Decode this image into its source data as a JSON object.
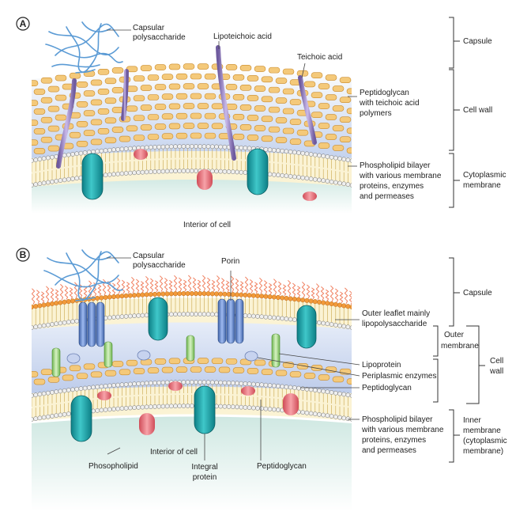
{
  "panel_a": {
    "letter": "A",
    "labels": {
      "capsular_polysaccharide_1": "Capsular",
      "capsular_polysaccharide_2": "polysaccharide",
      "lipoteichoic_acid": "Lipoteichoic acid",
      "teichoic_acid": "Teichoic acid",
      "peptidoglycan_1": "Peptidoglycan",
      "peptidoglycan_2": "with teichoic acid",
      "peptidoglycan_3": "polymers",
      "bilayer_1": "Phospholipid bilayer",
      "bilayer_2": "with various membrane",
      "bilayer_3": "proteins, enzymes",
      "bilayer_4": "and permeases",
      "interior": "Interior of cell"
    },
    "brackets": {
      "capsule": "Capsule",
      "cell_wall": "Cell wall",
      "cytoplasmic_1": "Cytoplasmic",
      "cytoplasmic_2": "membrane"
    }
  },
  "panel_b": {
    "letter": "B",
    "labels": {
      "capsular_polysaccharide_1": "Capsular",
      "capsular_polysaccharide_2": "polysaccharide",
      "porin": "Porin",
      "outer_leaflet_1": "Outer leaflet mainly",
      "outer_leaflet_2": "lipopolysaccharide",
      "lipoprotein": "Lipoprotein",
      "periplasmic": "Periplasmic enzymes",
      "peptidoglycan_right": "Peptidoglycan",
      "bilayer_1": "Phospholipid bilayer",
      "bilayer_2": "with various membrane",
      "bilayer_3": "proteins, enzymes",
      "bilayer_4": "and permeases",
      "interior": "Interior of cell",
      "phospholipid": "Phosopholipid",
      "integral_1": "Integral",
      "integral_2": "protein",
      "peptidoglycan_bottom": "Peptidoglycan"
    },
    "brackets": {
      "capsule": "Capsule",
      "outer_membrane_1": "Outer",
      "outer_membrane_2": "membrane",
      "cell_wall_1": "Cell",
      "cell_wall_2": "wall",
      "inner_1": "Inner",
      "inner_2": "membrane",
      "inner_3": "(cytoplasmic",
      "inner_4": "membrane)"
    }
  },
  "colors": {
    "peptidoglycan": "#f4c97a",
    "peptidoglycan_edge": "#c98a2a",
    "periplasm": "#c9d6ee",
    "protein_teal": "#1aa3a8",
    "protein_pink": "#e8707a",
    "porin_blue": "#6f93d6",
    "lipoprotein_green": "#a8d88a",
    "polysaccharide": "#5b9bd5",
    "lps": "#f08060",
    "teichoic": "#9b86c4",
    "interior": "#dff0ea"
  }
}
